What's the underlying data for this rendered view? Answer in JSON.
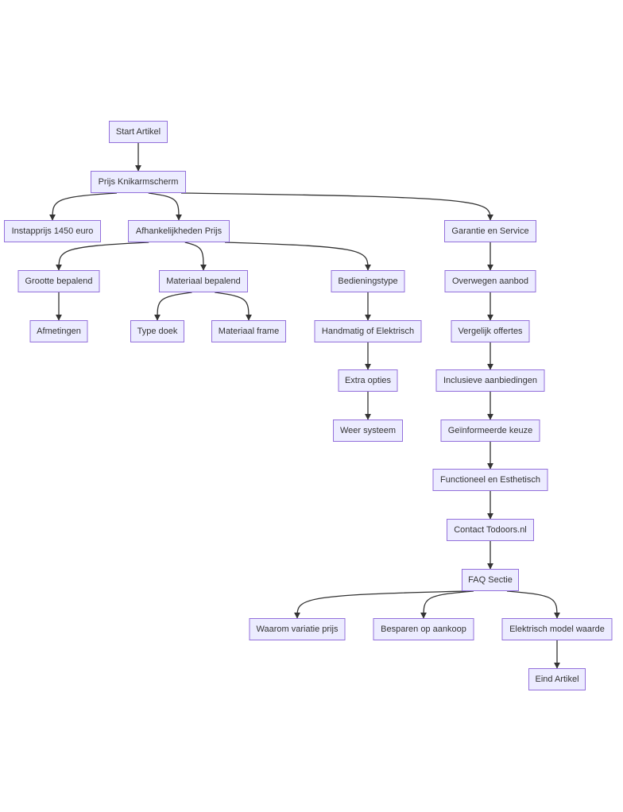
{
  "diagram": {
    "type": "flowchart",
    "colors": {
      "node_fill": "#ECECFF",
      "node_border": "#9370DB",
      "text": "#333333",
      "edge": "#333333"
    },
    "nodes": [
      {
        "id": "A",
        "label": "Start Artikel"
      },
      {
        "id": "B",
        "label": "Prijs Knikarmscherm"
      },
      {
        "id": "C",
        "label": "Instapprijs 1450 euro"
      },
      {
        "id": "D",
        "label": "Afhankelijkheden Prijs"
      },
      {
        "id": "E",
        "label": "Garantie en Service"
      },
      {
        "id": "F",
        "label": "Grootte bepalend"
      },
      {
        "id": "G",
        "label": "Materiaal bepalend"
      },
      {
        "id": "H",
        "label": "Bedieningstype"
      },
      {
        "id": "I",
        "label": "Overwegen aanbod"
      },
      {
        "id": "J",
        "label": "Afmetingen"
      },
      {
        "id": "K",
        "label": "Type doek"
      },
      {
        "id": "L",
        "label": "Materiaal frame"
      },
      {
        "id": "M",
        "label": "Handmatig of Elektrisch"
      },
      {
        "id": "N",
        "label": "Vergelijk offertes"
      },
      {
        "id": "O",
        "label": "Extra opties"
      },
      {
        "id": "P",
        "label": "Inclusieve aanbiedingen"
      },
      {
        "id": "Q",
        "label": "Weer systeem"
      },
      {
        "id": "R",
        "label": "Geïnformeerde keuze"
      },
      {
        "id": "S",
        "label": "Functioneel en Esthetisch"
      },
      {
        "id": "T",
        "label": "Contact Todoors.nl"
      },
      {
        "id": "U",
        "label": "FAQ Sectie"
      },
      {
        "id": "V",
        "label": "Waarom variatie prijs"
      },
      {
        "id": "W",
        "label": "Besparen op aankoop"
      },
      {
        "id": "X",
        "label": "Elektrisch model waarde"
      },
      {
        "id": "Y",
        "label": "Eind Artikel"
      }
    ],
    "edges": [
      {
        "from": "A",
        "to": "B"
      },
      {
        "from": "B",
        "to": "C"
      },
      {
        "from": "B",
        "to": "D"
      },
      {
        "from": "B",
        "to": "E"
      },
      {
        "from": "D",
        "to": "F"
      },
      {
        "from": "D",
        "to": "G"
      },
      {
        "from": "D",
        "to": "H"
      },
      {
        "from": "E",
        "to": "I"
      },
      {
        "from": "F",
        "to": "J"
      },
      {
        "from": "G",
        "to": "K"
      },
      {
        "from": "G",
        "to": "L"
      },
      {
        "from": "H",
        "to": "M"
      },
      {
        "from": "I",
        "to": "N"
      },
      {
        "from": "M",
        "to": "O"
      },
      {
        "from": "N",
        "to": "P"
      },
      {
        "from": "O",
        "to": "Q"
      },
      {
        "from": "P",
        "to": "R"
      },
      {
        "from": "R",
        "to": "S"
      },
      {
        "from": "S",
        "to": "T"
      },
      {
        "from": "T",
        "to": "U"
      },
      {
        "from": "U",
        "to": "V"
      },
      {
        "from": "U",
        "to": "W"
      },
      {
        "from": "U",
        "to": "X"
      },
      {
        "from": "X",
        "to": "Y"
      }
    ]
  }
}
